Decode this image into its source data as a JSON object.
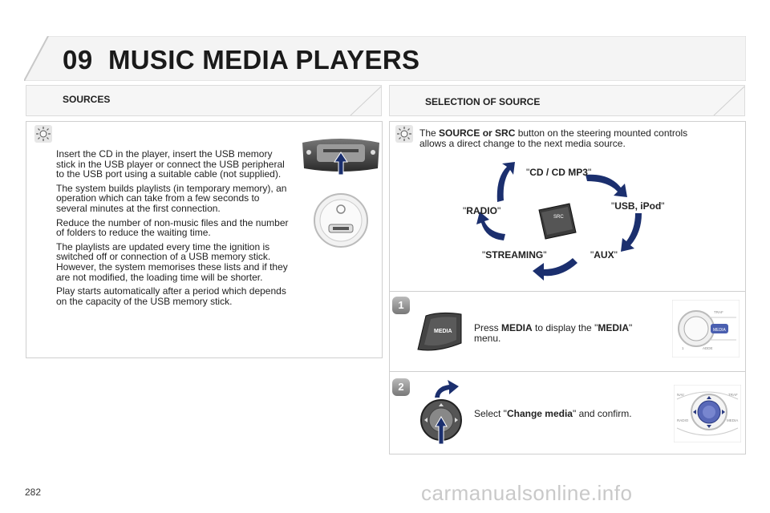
{
  "header": {
    "chapter_number": "09",
    "title": "MUSIC MEDIA PLAYERS"
  },
  "left": {
    "heading": "SOURCES",
    "paragraphs": [
      "Insert the CD in the player, insert the USB memory stick in the USB player or connect the USB peripheral to the USB port using a suitable cable (not supplied).",
      "The system builds playlists (in temporary memory), an operation which can take from a few seconds to several minutes at the first connection.",
      "Reduce the number of non-music files and the number of folders to reduce the waiting time.",
      "The playlists are updated every time the ignition is switched off or connection of a USB memory stick. However, the system memorises these lists and if they are not modified, the loading time will be shorter.",
      "Play starts automatically after a period which depends on the capacity of the USB memory stick."
    ]
  },
  "right": {
    "heading": "SELECTION OF SOURCE",
    "intro_before": "The ",
    "intro_bold": "SOURCE or SRC",
    "intro_after": " button on the steering mounted controls allows a direct change to the next media source.",
    "cycle": {
      "cd": "CD / CD MP3",
      "usb": "USB, iPod",
      "aux": "AUX",
      "streaming": "STREAMING",
      "radio": "RADIO",
      "button_text": "SRC"
    },
    "step1": {
      "number": "1",
      "text_before": "Press ",
      "bold1": "MEDIA",
      "text_mid": " to display the \"",
      "bold2": "MEDIA",
      "text_after": "\" menu.",
      "button_text": "MEDIA",
      "panel_labels": {
        "traf": "TRAF",
        "media": "MEDIA",
        "adde": "ADDE",
        "num": "1"
      }
    },
    "step2": {
      "number": "2",
      "text_before": "Select \"",
      "bold": "Change media",
      "text_after": "\" and confirm.",
      "panel_labels": {
        "nav": "NAV",
        "traf": "TRAF",
        "radio": "RADIO",
        "media": "MEDIA"
      }
    }
  },
  "footer": {
    "page_number": "282",
    "watermark": "carmanualsonline.info"
  },
  "colors": {
    "arrow_blue": "#1b2f6e",
    "header_band": "#f3f3f3",
    "panel_border": "#cfcfcf"
  }
}
